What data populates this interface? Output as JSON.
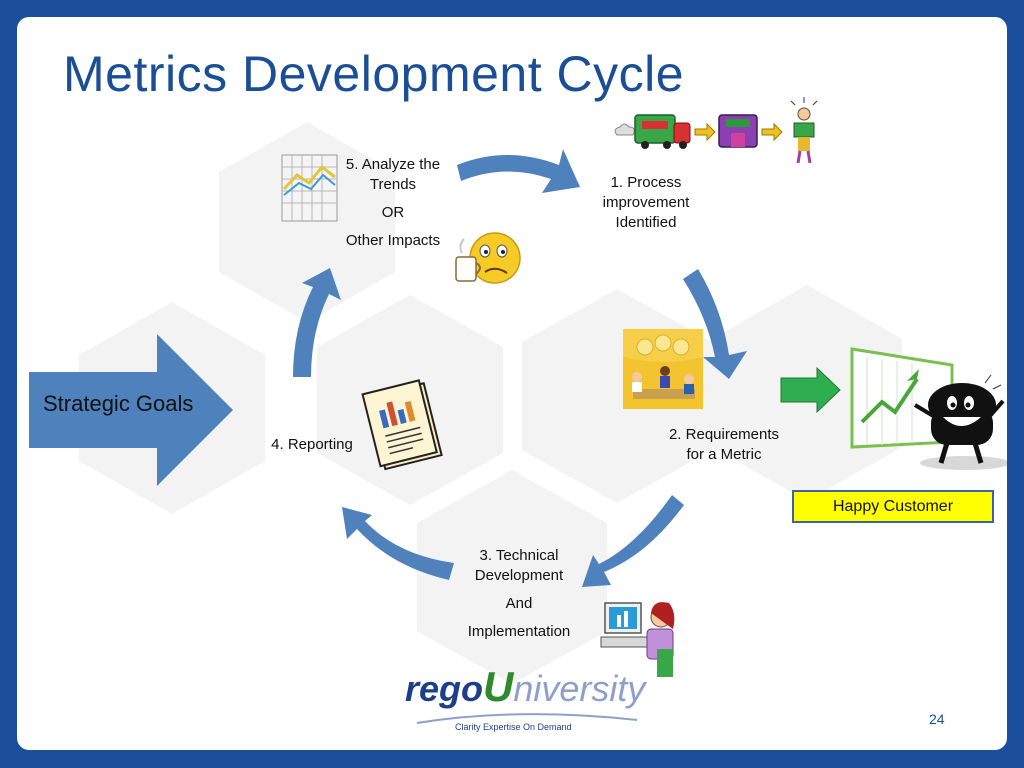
{
  "slide": {
    "title": "Metrics Development Cycle",
    "page_number": "24"
  },
  "steps": {
    "step1": {
      "line1": "1. Process",
      "line2": "improvement",
      "line3": "Identified"
    },
    "step2": {
      "line1": "2. Requirements",
      "line2": "for a Metric"
    },
    "step3": {
      "line1": "3. Technical",
      "line2": "Development",
      "line3": "And",
      "line4": "Implementation"
    },
    "step4": {
      "line1": "4. Reporting"
    },
    "step5": {
      "line1": "5. Analyze the",
      "line2": "Trends",
      "line3": "OR",
      "line4": "Other Impacts"
    }
  },
  "strategic_goals": "Strategic Goals",
  "happy_customer": "Happy Customer",
  "logo": {
    "rego": "rego",
    "u": "U",
    "rest": "niversity",
    "tagline": "Clarity Expertise On Demand"
  },
  "colors": {
    "background": "#1b4f9c",
    "title": "#1a4f96",
    "arrow": "#4f81bd",
    "hexagon": "#f2f2f2",
    "highlight_box": "#ffff00",
    "green_arrow": "#2fae4f"
  },
  "icons": [
    "chart-icon",
    "coffee-face-icon",
    "truck-process-icon",
    "ideas-meeting-icon",
    "report-document-icon",
    "computer-user-icon",
    "happy-customer-icon"
  ]
}
